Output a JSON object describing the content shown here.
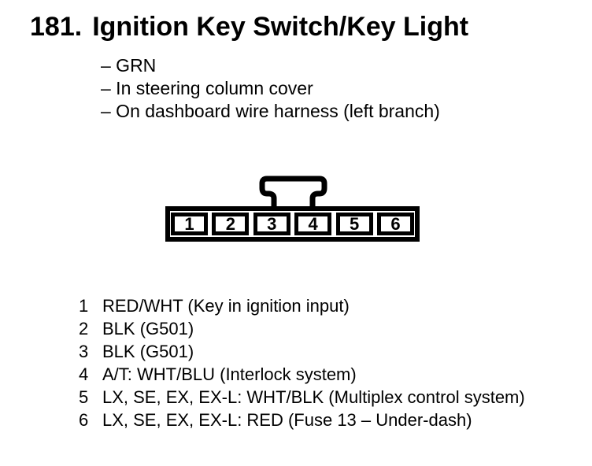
{
  "page": {
    "background_color": "#ffffff",
    "text_color": "#000000"
  },
  "section": {
    "number": "181.",
    "title": "Ignition Key Switch/Key Light",
    "notes": [
      "– GRN",
      "– In steering column cover",
      "– On dashboard wire harness (left branch)"
    ]
  },
  "connector": {
    "pin_labels": [
      "1",
      "2",
      "3",
      "4",
      "5",
      "6"
    ],
    "tab_icon": "connector-lock-tab"
  },
  "pinout": [
    {
      "pin": "1",
      "desc": "RED/WHT (Key in ignition input)"
    },
    {
      "pin": "2",
      "desc": "BLK (G501)"
    },
    {
      "pin": "3",
      "desc": "BLK (G501)"
    },
    {
      "pin": "4",
      "desc": "A/T: WHT/BLU (Interlock system)"
    },
    {
      "pin": "5",
      "desc": "LX, SE, EX, EX-L: WHT/BLK (Multiplex control system)"
    },
    {
      "pin": "6",
      "desc": "LX, SE, EX, EX-L: RED (Fuse 13 – Under-dash)"
    }
  ]
}
